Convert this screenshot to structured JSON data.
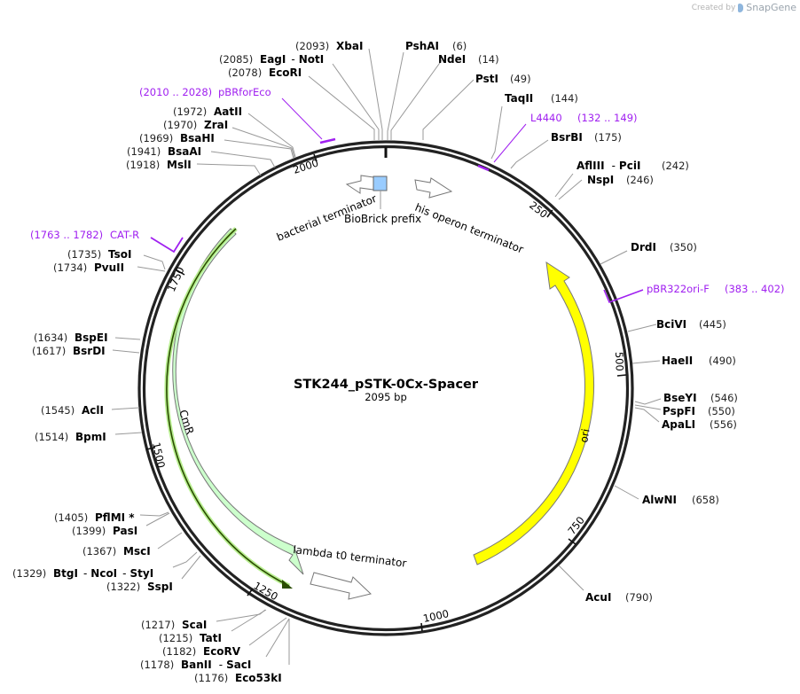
{
  "watermark": {
    "prefix": "Created by",
    "brand": "SnapGene"
  },
  "plasmid": {
    "name": "STK244_pSTK-0Cx-Spacer",
    "length_label": "2095 bp",
    "length": 2095
  },
  "colors": {
    "primer": "#a020f0",
    "ori": "#ffff00",
    "cmr": "#ccffcc",
    "cmr_line": "#2a4d00",
    "biobrick": "#99ccff",
    "ring": "#222222"
  },
  "ticks": [
    {
      "label": "250",
      "pos": 250
    },
    {
      "label": "500",
      "pos": 500
    },
    {
      "label": "750",
      "pos": 750
    },
    {
      "label": "1000",
      "pos": 1000
    },
    {
      "label": "1250",
      "pos": 1250
    },
    {
      "label": "1500",
      "pos": 1500
    },
    {
      "label": "1750",
      "pos": 1750
    },
    {
      "label": "2000",
      "pos": 2000
    }
  ],
  "features": [
    {
      "name": "ori",
      "label": "ori",
      "color": "#ffff00"
    },
    {
      "name": "CmR",
      "label": "CmR",
      "color": "#ccffcc"
    },
    {
      "name": "bacterial terminator",
      "label": "bacterial terminator"
    },
    {
      "name": "BioBrick prefix",
      "label": "BioBrick prefix",
      "color": "#99ccff"
    },
    {
      "name": "his operon terminator",
      "label": "his operon terminator"
    },
    {
      "name": "lambda t0 terminator",
      "label": "lambda t0 terminator"
    }
  ],
  "primers": [
    {
      "name": "pBRforEco",
      "range": "(2010 .. 2028)"
    },
    {
      "name": "L4440",
      "range": "(132 .. 149)"
    },
    {
      "name": "pBR322ori-F",
      "range": "(383 .. 402)"
    },
    {
      "name": "CAT-R",
      "range": "(1763 .. 1782)"
    }
  ],
  "sites_right": [
    {
      "name": "PshAI",
      "pos": "(6)"
    },
    {
      "name": "NdeI",
      "pos": "(14)"
    },
    {
      "name": "PstI",
      "pos": "(49)"
    },
    {
      "name": "TaqII",
      "pos": "(144)"
    },
    {
      "name": "BsrBI",
      "pos": "(175)"
    },
    {
      "name": "AflIII",
      "sep": "-",
      "name2": "PciI",
      "pos": "(242)"
    },
    {
      "name": "NspI",
      "pos": "(246)"
    },
    {
      "name": "DrdI",
      "pos": "(350)"
    },
    {
      "name": "BciVI",
      "pos": "(445)"
    },
    {
      "name": "HaeII",
      "pos": "(490)"
    },
    {
      "name": "BseYI",
      "pos": "(546)"
    },
    {
      "name": "PspFI",
      "pos": "(550)"
    },
    {
      "name": "ApaLI",
      "pos": "(556)"
    },
    {
      "name": "AlwNI",
      "pos": "(658)"
    },
    {
      "name": "AcuI",
      "pos": "(790)"
    }
  ],
  "sites_left": [
    {
      "name": "XbaI",
      "pos": "(2093)"
    },
    {
      "name": "EagI",
      "sep": "-",
      "name2": "NotI",
      "pos": "(2085)"
    },
    {
      "name": "EcoRI",
      "pos": "(2078)"
    },
    {
      "name": "AatII",
      "pos": "(1972)"
    },
    {
      "name": "ZraI",
      "pos": "(1970)"
    },
    {
      "name": "BsaHI",
      "pos": "(1969)"
    },
    {
      "name": "BsaAI",
      "pos": "(1941)"
    },
    {
      "name": "MslI",
      "pos": "(1918)"
    },
    {
      "name": "TsoI",
      "pos": "(1735)"
    },
    {
      "name": "PvuII",
      "pos": "(1734)"
    },
    {
      "name": "BspEI",
      "pos": "(1634)"
    },
    {
      "name": "BsrDI",
      "pos": "(1617)"
    },
    {
      "name": "AclI",
      "pos": "(1545)"
    },
    {
      "name": "BpmI",
      "pos": "(1514)"
    },
    {
      "name": "PflMI *",
      "pos": "(1405)"
    },
    {
      "name": "PasI",
      "pos": "(1399)"
    },
    {
      "name": "MscI",
      "pos": "(1367)"
    },
    {
      "name": "BtgI",
      "sep": "-",
      "name2": "NcoI",
      "sep2": "-",
      "name3": "StyI",
      "pos": "(1329)"
    },
    {
      "name": "SspI",
      "pos": "(1322)"
    },
    {
      "name": "ScaI",
      "pos": "(1217)"
    },
    {
      "name": "TatI",
      "pos": "(1215)"
    },
    {
      "name": "EcoRV",
      "pos": "(1182)"
    },
    {
      "name": "BanII",
      "sep": "-",
      "name2": "SacI",
      "pos": "(1178)"
    },
    {
      "name": "Eco53kI",
      "pos": "(1176)"
    }
  ]
}
